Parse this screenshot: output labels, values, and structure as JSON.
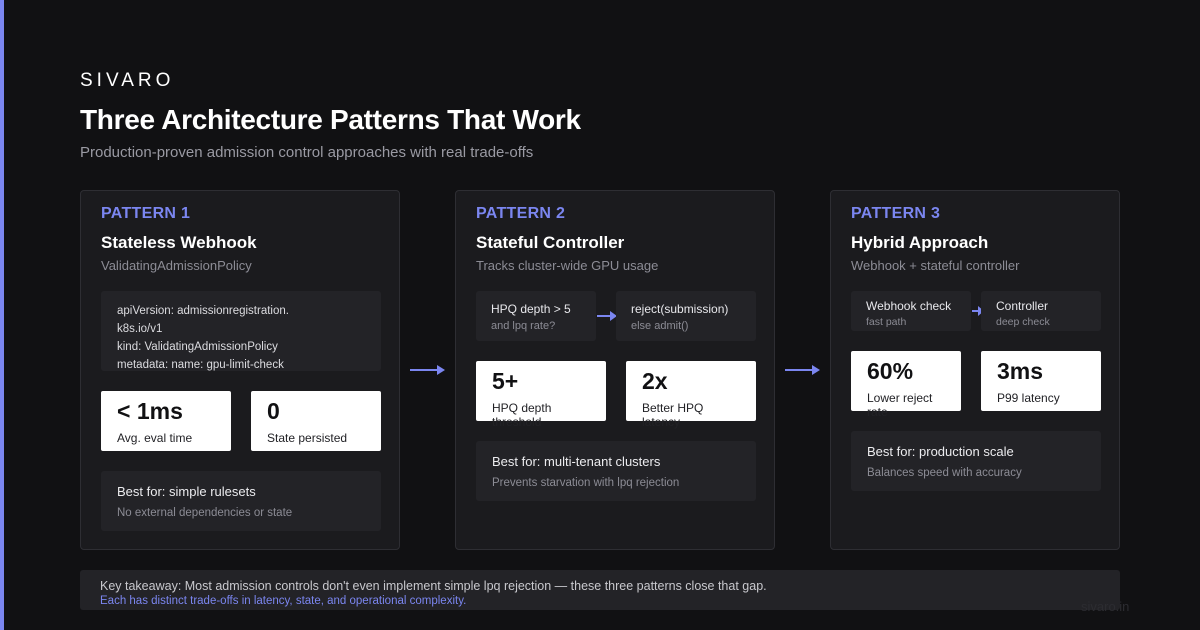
{
  "brand": "SIVARO",
  "title": "Three Architecture Patterns That Work",
  "subtitle": "Production-proven admission control approaches with real trade-offs",
  "colors": {
    "accent": "#7b86f0",
    "background": "#111113",
    "card": "#1b1b1e",
    "panel": "#232327"
  },
  "patterns": [
    {
      "label": "PATTERN 1",
      "name": "Stateless Webhook",
      "desc": "ValidatingAdmissionPolicy",
      "code": [
        "apiVersion: admissionregistration.",
        "k8s.io/v1",
        "kind: ValidatingAdmissionPolicy",
        "metadata: name: gpu-limit-check"
      ],
      "stats": [
        {
          "value": "< 1ms",
          "label": "Avg. eval time"
        },
        {
          "value": "0",
          "label": "State persisted"
        }
      ],
      "best_for": "Best for: simple rulesets",
      "best_note": "No external dependencies or state"
    },
    {
      "label": "PATTERN 2",
      "name": "Stateful Controller",
      "desc": "Tracks cluster-wide GPU usage",
      "flow": [
        {
          "line1": "HPQ depth > 5",
          "line2": "and lpq rate?"
        },
        {
          "line1": "reject(submission)",
          "line2": "else admit()"
        }
      ],
      "stats": [
        {
          "value": "5+",
          "label": "HPQ depth threshold"
        },
        {
          "value": "2x",
          "label": "Better HPQ latency"
        }
      ],
      "best_for": "Best for: multi-tenant clusters",
      "best_note": "Prevents starvation with lpq rejection"
    },
    {
      "label": "PATTERN 3",
      "name": "Hybrid Approach",
      "desc": "Webhook + stateful controller",
      "flow": [
        {
          "line1": "Webhook check",
          "line2": "fast path"
        },
        {
          "line1": "Controller",
          "line2": "deep check"
        }
      ],
      "stats": [
        {
          "value": "60%",
          "label": "Lower reject rate"
        },
        {
          "value": "3ms",
          "label": "P99 latency"
        }
      ],
      "best_for": "Best for: production scale",
      "best_note": "Balances speed with accuracy"
    }
  ],
  "takeaway": {
    "line1": "Key takeaway: Most admission controls don't even implement simple lpq rejection — these three patterns close that gap.",
    "line2": "Each has distinct trade-offs in latency, state, and operational complexity."
  },
  "footer": "sivaro.in"
}
